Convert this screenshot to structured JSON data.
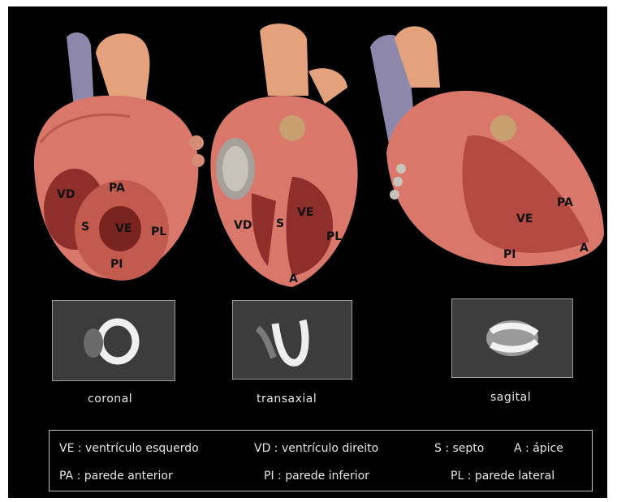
{
  "views": [
    {
      "caption": "coronal",
      "labels": [
        "VD",
        "PA",
        "S",
        "VE",
        "PL",
        "PI"
      ]
    },
    {
      "caption": "transaxial",
      "labels": [
        "VD",
        "S",
        "VE",
        "PL",
        "A"
      ]
    },
    {
      "caption": "sagital",
      "labels": [
        "PA",
        "VE",
        "PI",
        "A"
      ]
    }
  ],
  "legend": {
    "row1": [
      "VE : ventrículo esquerdo",
      "VD : ventrículo direito",
      "S : septo",
      "A : ápice"
    ],
    "row2": [
      "PA : parede anterior",
      "PI : parede inferior",
      "PL : parede lateral"
    ]
  },
  "colors": {
    "background": "#000000",
    "myocardium": "#d9786a",
    "aorta": "#e0a07a",
    "vein": "#8a84a8"
  }
}
